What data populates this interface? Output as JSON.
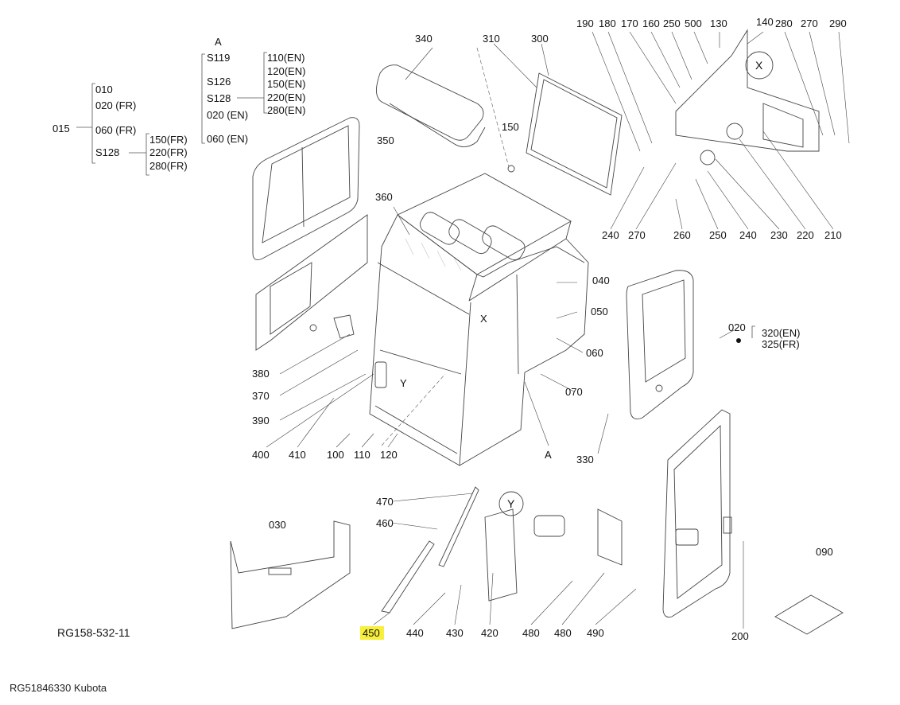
{
  "drawing_code": "RG158-532-11",
  "footer_text": "RG51846330 Kubota",
  "highlight_color": "#f7ef3c",
  "callouts": {
    "c010": "010",
    "c015": "015",
    "c020a": "020 (FR)",
    "c020b": "020 (EN)",
    "c020": "020",
    "c030": "030",
    "c040": "040",
    "c050": "050",
    "c060a": "060 (FR)",
    "c060b": "060 (EN)",
    "c060": "060",
    "c070": "070",
    "c090": "090",
    "c100": "100",
    "c110": "110",
    "c110en": "110(EN)",
    "c120": "120",
    "c120en": "120(EN)",
    "c130": "130",
    "c140": "140",
    "c150": "150",
    "c150en": "150(EN)",
    "c150fr": "150(FR)",
    "c160": "160",
    "c170": "170",
    "c180": "180",
    "c190": "190",
    "c200": "200",
    "c210": "210",
    "c220": "220",
    "c220en": "220(EN)",
    "c220fr": "220(FR)",
    "c230": "230",
    "c240a": "240",
    "c240b": "240",
    "c250a": "250",
    "c250b": "250",
    "c260": "260",
    "c270a": "270",
    "c270b": "270",
    "c280": "280",
    "c280en": "280(EN)",
    "c280fr": "280(FR)",
    "c290": "290",
    "c300": "300",
    "c310": "310",
    "c320": "320(EN)",
    "c325": "325(FR)",
    "c330": "330",
    "c340": "340",
    "c350": "350",
    "c360": "360",
    "c370": "370",
    "c380": "380",
    "c390": "390",
    "c400": "400",
    "c410": "410",
    "c420": "420",
    "c430": "430",
    "c440": "440",
    "c450": "450",
    "c460": "460",
    "c470": "470",
    "c480a": "480",
    "c480b": "480",
    "c490": "490",
    "c500": "500",
    "s119": "S119",
    "s126": "S126",
    "s128a": "S128",
    "s128b": "S128",
    "viewA": "A",
    "viewA2": "A",
    "viewX": "X",
    "viewX2": "X",
    "viewY": "Y",
    "viewY2": "Y"
  }
}
